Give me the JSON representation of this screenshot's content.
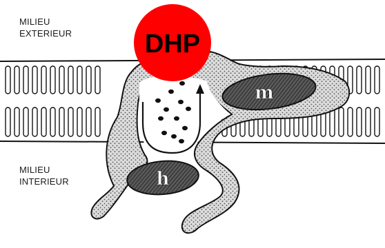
{
  "labels": {
    "outside_line1": "MILIEU",
    "outside_line2": "EXTERIEUR",
    "inside_line1": "MILIEU",
    "inside_line2": "INTERIEUR"
  },
  "badge": {
    "text": "DHP",
    "fill": "#ff0000",
    "text_color": "#000000"
  },
  "subunits": {
    "m_label": "m",
    "h_label": "h"
  },
  "colors": {
    "line": "#111111",
    "protein_fill": "#dcdcdc",
    "subunit_fill": "#4a4a4a",
    "subunit_text": "#ffffff",
    "background": "#ffffff"
  }
}
